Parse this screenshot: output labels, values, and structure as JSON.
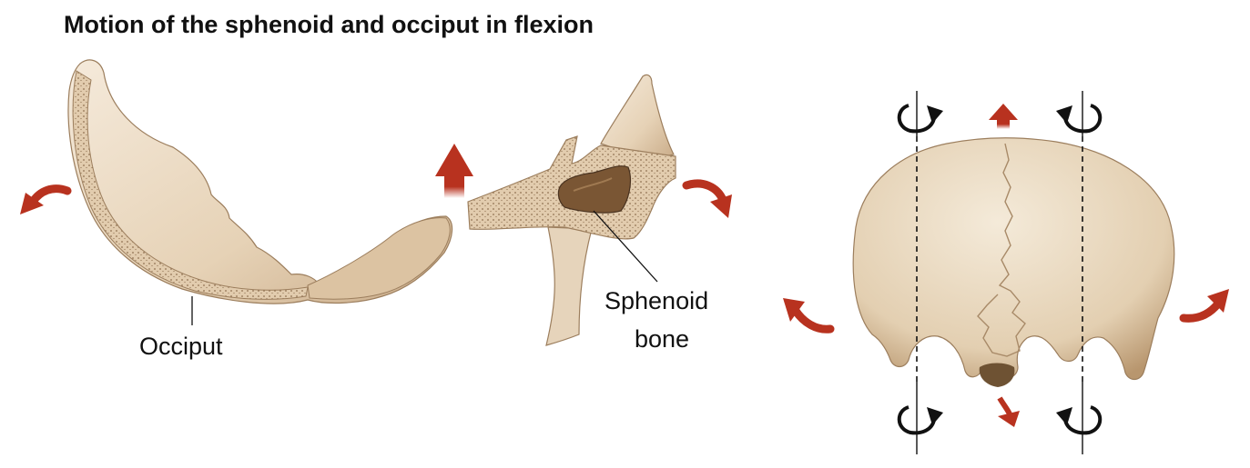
{
  "title": "Motion of the sphenoid and occiput in flexion",
  "labels": {
    "occiput": "Occiput",
    "sphenoid_line1": "Sphenoid",
    "sphenoid_line2": "bone"
  },
  "colors": {
    "bone_fill": "#ecdcc6",
    "bone_shadow": "#c9ab88",
    "spongy": "#d8c2a4",
    "sinus": "#7a5634",
    "arrow_red": "#b8321f",
    "line": "#111111"
  }
}
